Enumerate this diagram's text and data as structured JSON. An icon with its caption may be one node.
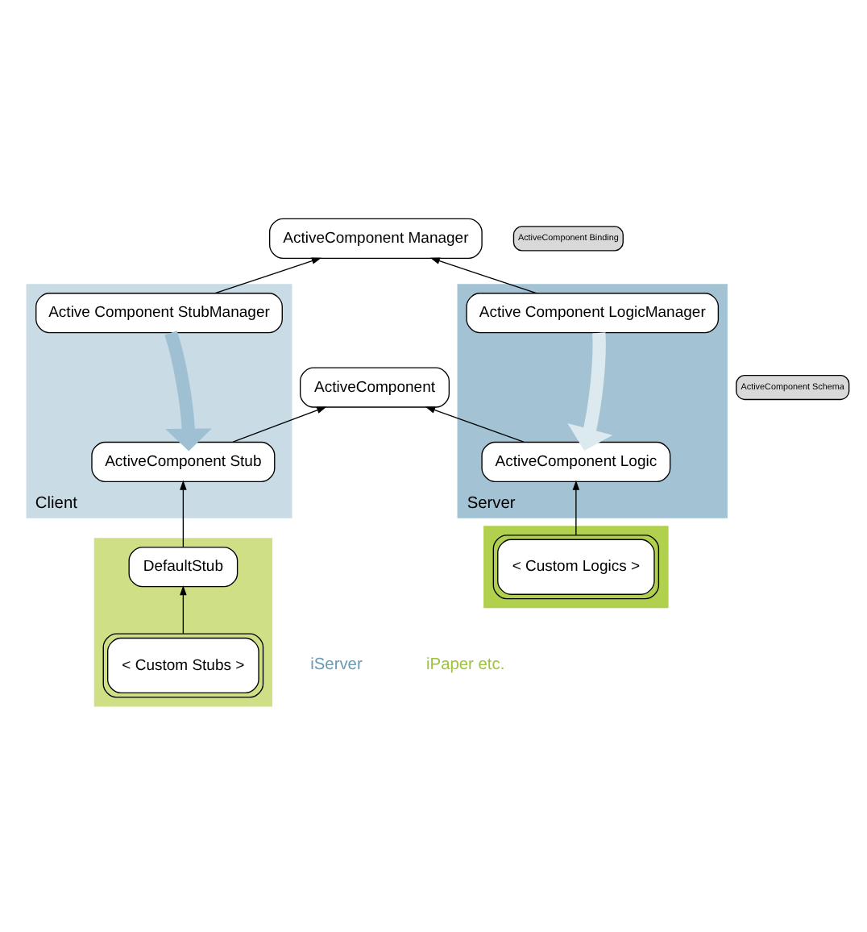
{
  "diagram": {
    "nodes": [
      {
        "text": [
          "Client"
        ]
      },
      {
        "text": [
          "Server"
        ]
      },
      {
        "text": [],
        "shape": "box"
      },
      {
        "text": [],
        "shape": "box"
      },
      {
        "text": [
          "ActiveComponent Manager"
        ]
      },
      {
        "text": [
          "ActiveComponent Binding"
        ]
      },
      {
        "text": [
          "Active Component StubManager"
        ],
        "in": 0
      },
      {
        "text": [
          "Active Component LogicManager"
        ],
        "in": 1
      },
      {
        "text": [
          "ActiveComponent"
        ]
      },
      {
        "text": [
          "ActiveComponent Schema"
        ]
      },
      {
        "text": [
          "ActiveComponent Stub"
        ],
        "in": 0
      },
      {
        "text": [
          "ActiveComponent Logic"
        ],
        "in": 1
      },
      {
        "text": [
          "DefaultStub"
        ],
        "in": 2
      },
      {
        "text": [
          "< Custom Stubs >"
        ],
        "in": 2
      },
      {
        "text": [
          "< Custom Logics >"
        ],
        "in": 3
      }
    ],
    "edges": [
      {
        "from": 6,
        "to": 4,
        "arrow": "to"
      },
      {
        "from": 7,
        "to": 4,
        "arrow": "to"
      },
      {
        "from": 6,
        "to": 10,
        "arrow": "to",
        "style": "thick",
        "color": "#9fc0d3"
      },
      {
        "from": 7,
        "to": 11,
        "arrow": "to",
        "style": "thick",
        "color": "#dce9ef"
      },
      {
        "from": 10,
        "to": 8,
        "arrow": "to"
      },
      {
        "from": 11,
        "to": 8,
        "arrow": "to"
      },
      {
        "from": 12,
        "to": 10,
        "arrow": "to"
      },
      {
        "from": 13,
        "to": 12,
        "arrow": "to"
      },
      {
        "from": 14,
        "to": 11,
        "arrow": "to"
      }
    ],
    "labels": [
      "iServer",
      "iPaper etc."
    ]
  }
}
